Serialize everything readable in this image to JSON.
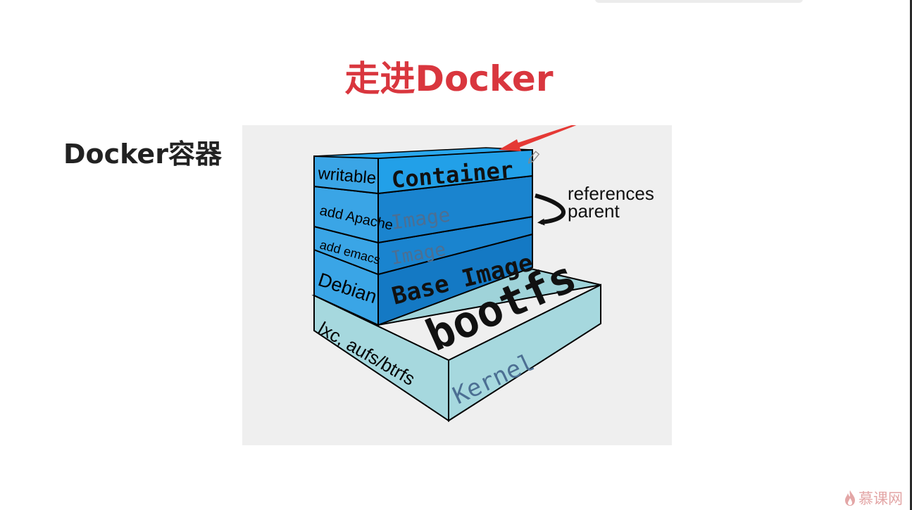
{
  "slide": {
    "title": "走进Docker",
    "section_label": "Docker容器"
  },
  "diagram": {
    "layers": {
      "container": {
        "side": "writable",
        "front": "Container"
      },
      "image_apache": {
        "side": "add Apache",
        "front": "Image"
      },
      "image_emacs": {
        "side": "add emacs",
        "front": "Image"
      },
      "base_image": {
        "side": "Debian",
        "front": "Base Image"
      },
      "bootfs": {
        "top": "bootfs",
        "side": "lxc, aufs/btrfs",
        "front": "Kernel"
      }
    },
    "references_label": [
      "references",
      "parent"
    ]
  },
  "watermark": {
    "text": "慕课网",
    "icon": "flame-icon"
  },
  "colors": {
    "title": "#d9363e",
    "layer_front": "#1a84cf",
    "layer_side": "#3aa5e6",
    "kernel": "#a6d8de",
    "diagram_bg": "#efefef",
    "arrow": "#e53935"
  }
}
